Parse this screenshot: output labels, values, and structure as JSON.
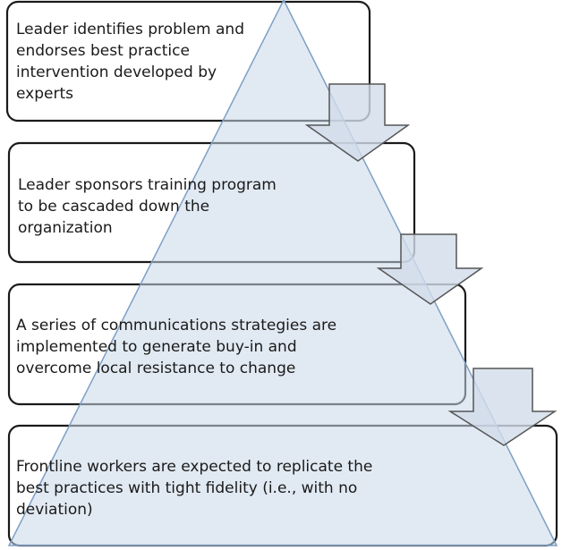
{
  "steps": [
    {
      "lines": [
        "Leader identifies problem and",
        "endorses best practice",
        "intervention developed by",
        "experts"
      ]
    },
    {
      "lines": [
        "Leader sponsors training program",
        "to be cascaded down the",
        "organization"
      ]
    },
    {
      "lines": [
        "A series of communications strategies are",
        "implemented to generate buy-in and",
        "overcome local resistance to change"
      ]
    },
    {
      "lines": [
        "Frontline workers are expected to replicate the",
        "best practices with tight fidelity (i.e., with no",
        "deviation)"
      ]
    }
  ],
  "colors": {
    "pyramid": "#c9d8ea",
    "arrow": "#d2dcea",
    "border": "#1a1a1a"
  }
}
